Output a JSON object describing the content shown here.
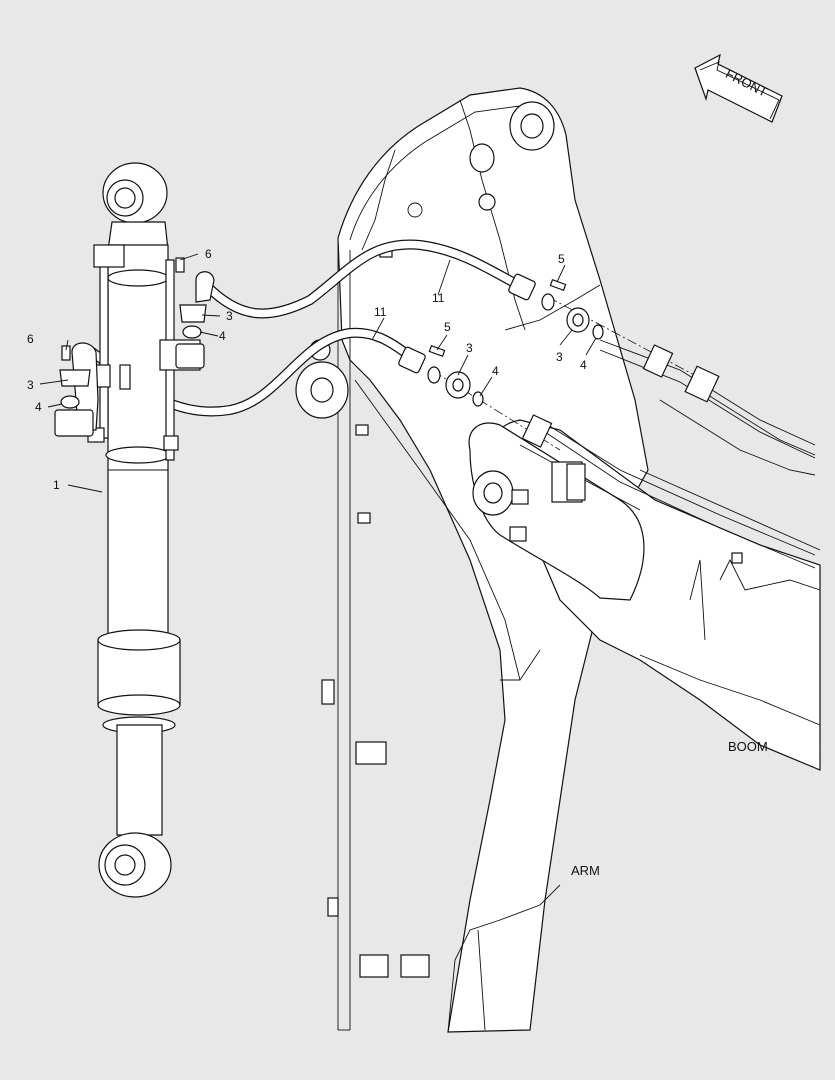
{
  "diagram": {
    "orientation_label": "FRONT",
    "regions": {
      "boom": "BOOM",
      "arm": "ARM"
    },
    "callouts": [
      {
        "id": "c1",
        "text": "1"
      },
      {
        "id": "c3a",
        "text": "3"
      },
      {
        "id": "c3b",
        "text": "3"
      },
      {
        "id": "c3c",
        "text": "3"
      },
      {
        "id": "c3d",
        "text": "3"
      },
      {
        "id": "c4a",
        "text": "4"
      },
      {
        "id": "c4b",
        "text": "4"
      },
      {
        "id": "c4c",
        "text": "4"
      },
      {
        "id": "c4d",
        "text": "4"
      },
      {
        "id": "c5a",
        "text": "5"
      },
      {
        "id": "c5b",
        "text": "5"
      },
      {
        "id": "c6a",
        "text": "6"
      },
      {
        "id": "c6b",
        "text": "6"
      },
      {
        "id": "c11a",
        "text": "11"
      },
      {
        "id": "c11b",
        "text": "11"
      }
    ],
    "colors": {
      "background": "#e8e8e8",
      "line": "#111111",
      "part_fill": "#ffffff"
    }
  }
}
